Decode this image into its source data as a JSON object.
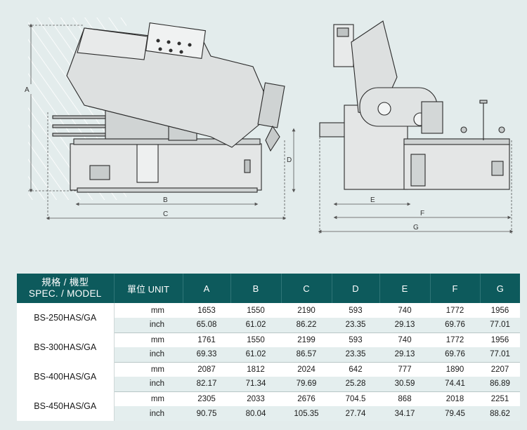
{
  "drawing": {
    "dimension_labels": [
      "A",
      "B",
      "C",
      "D",
      "E",
      "F",
      "G"
    ]
  },
  "table": {
    "header": {
      "spec_zh": "規格 / 機型",
      "spec_en": "SPEC. / MODEL",
      "unit": "單位 UNIT",
      "columns": [
        "A",
        "B",
        "C",
        "D",
        "E",
        "F",
        "G"
      ]
    },
    "models": [
      {
        "name": "BS-250HAS/GA",
        "mm": {
          "unit": "mm",
          "values": [
            "1653",
            "1550",
            "2190",
            "593",
            "740",
            "1772",
            "1956"
          ]
        },
        "inch": {
          "unit": "inch",
          "values": [
            "65.08",
            "61.02",
            "86.22",
            "23.35",
            "29.13",
            "69.76",
            "77.01"
          ]
        }
      },
      {
        "name": "BS-300HAS/GA",
        "mm": {
          "unit": "mm",
          "values": [
            "1761",
            "1550",
            "2199",
            "593",
            "740",
            "1772",
            "1956"
          ]
        },
        "inch": {
          "unit": "inch",
          "values": [
            "69.33",
            "61.02",
            "86.57",
            "23.35",
            "29.13",
            "69.76",
            "77.01"
          ]
        }
      },
      {
        "name": "BS-400HAS/GA",
        "mm": {
          "unit": "mm",
          "values": [
            "2087",
            "1812",
            "2024",
            "642",
            "777",
            "1890",
            "2207"
          ]
        },
        "inch": {
          "unit": "inch",
          "values": [
            "82.17",
            "71.34",
            "79.69",
            "25.28",
            "30.59",
            "74.41",
            "86.89"
          ]
        }
      },
      {
        "name": "BS-450HAS/GA",
        "mm": {
          "unit": "mm",
          "values": [
            "2305",
            "2033",
            "2676",
            "704.5",
            "868",
            "2018",
            "2251"
          ]
        },
        "inch": {
          "unit": "inch",
          "values": [
            "90.75",
            "80.04",
            "105.35",
            "27.74",
            "34.17",
            "79.45",
            "88.62"
          ]
        }
      }
    ]
  },
  "colors": {
    "background": "#e3ecec",
    "header_bg": "#0d5a5c",
    "stripe_bg": "#e4eeee"
  }
}
